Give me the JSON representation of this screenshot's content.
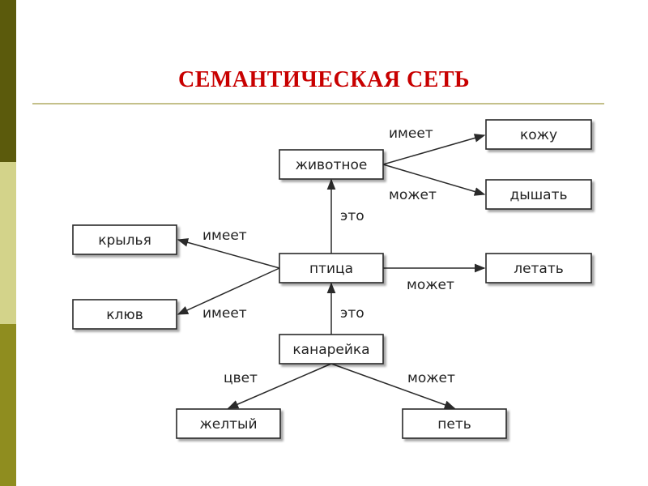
{
  "title": "СЕМАНТИЧЕСКАЯ СЕТЬ",
  "colors": {
    "title": "#c80000",
    "sidebar": [
      "#5b5a0c",
      "#d3d38a",
      "#8f8d1f"
    ],
    "rule": "#c4c08a"
  },
  "nodes": {
    "zhivotnoe": "животное",
    "kozhu": "кожу",
    "dyshat": "дышать",
    "krylya": "крылья",
    "ptitsa": "птица",
    "letat": "летать",
    "klyuv": "клюв",
    "kanareyka": "канарейка",
    "zheltyy": "желтый",
    "pet": "петь"
  },
  "edges": [
    {
      "from": "zhivotnoe",
      "to": "kozhu",
      "label": "имеет"
    },
    {
      "from": "zhivotnoe",
      "to": "dyshat",
      "label": "может"
    },
    {
      "from": "ptitsa",
      "to": "zhivotnoe",
      "label": "это"
    },
    {
      "from": "ptitsa",
      "to": "krylya",
      "label": "имеет"
    },
    {
      "from": "ptitsa",
      "to": "klyuv",
      "label": "имеет"
    },
    {
      "from": "ptitsa",
      "to": "letat",
      "label": "может"
    },
    {
      "from": "kanareyka",
      "to": "ptitsa",
      "label": "это"
    },
    {
      "from": "kanareyka",
      "to": "zheltyy",
      "label": "цвет"
    },
    {
      "from": "kanareyka",
      "to": "pet",
      "label": "может"
    }
  ]
}
